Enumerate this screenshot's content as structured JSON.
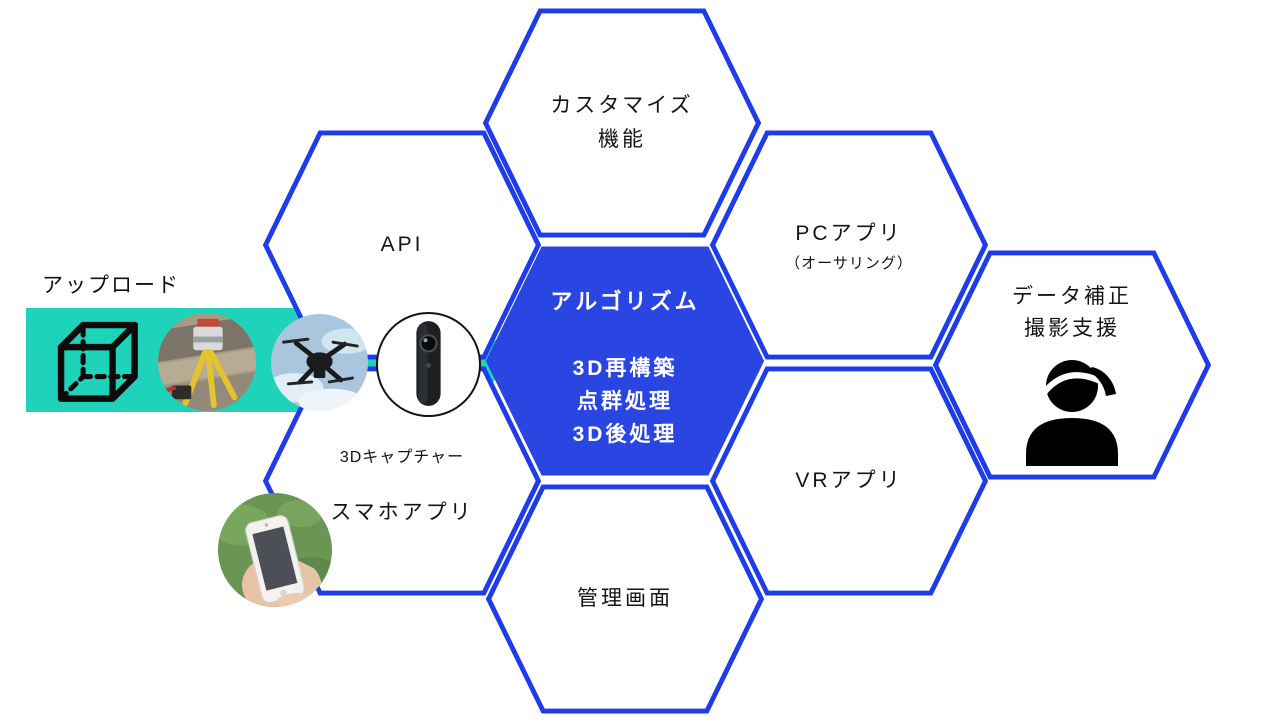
{
  "colors": {
    "hex_border_blue": "#1e3ce8",
    "hex_fill_blue": "#2a46e2",
    "arrow_teal": "#1fd2ba",
    "label_text": "#141414",
    "center_text": "#ffffff"
  },
  "upload": {
    "label": "アップロード"
  },
  "icons": {
    "upload_items": [
      "3d-cube-wireframe-icon",
      "laser-scanner-photo",
      "drone-photo",
      "360-camera-photo"
    ],
    "smartphone_item": "smartphone-in-hand-photo",
    "data_correction_item": "person-silhouette-icon"
  },
  "hexagons": {
    "customize": {
      "label": "カスタマイズ機能"
    },
    "api": {
      "label": "API"
    },
    "pc": {
      "label": "PCアプリ",
      "sublabel": "（オーサリング）"
    },
    "algorithm": {
      "title": "アルゴリズム",
      "lines": [
        "3D再構築",
        "点群処理",
        "3D後処理"
      ]
    },
    "data_correction": {
      "label1": "データ補正",
      "label2": "撮影支援"
    },
    "vr": {
      "label": "VRアプリ"
    },
    "admin": {
      "label": "管理画面"
    },
    "smartphone": {
      "caption": "3Dキャプチャー",
      "label": "スマホアプリ"
    }
  }
}
